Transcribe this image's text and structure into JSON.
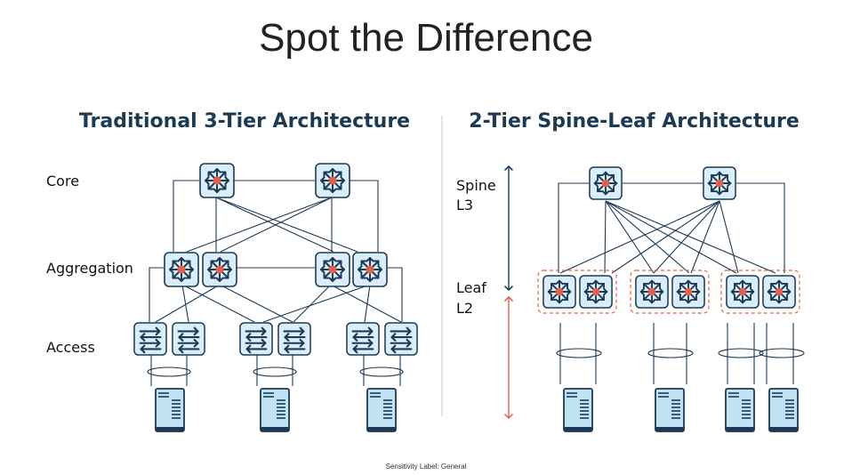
{
  "title": "Spot the Difference",
  "left": {
    "title": "Traditional 3-Tier Architecture",
    "labels": {
      "core": "Core",
      "aggregation": "Aggregation",
      "access": "Access"
    }
  },
  "right": {
    "title": "2-Tier Spine-Leaf Architecture",
    "labels": {
      "spine": "Spine",
      "spine_layer": "L3",
      "leaf": "Leaf",
      "leaf_layer": "L2"
    }
  },
  "footer": "Sensitivity Label: General",
  "colors": {
    "navy": "#1d3a54",
    "device_fill": "#d9eef8",
    "server_fill": "#bfe3f3",
    "accent_red": "#e8604c"
  },
  "icons": [
    "router-icon",
    "switch-icon",
    "server-icon"
  ]
}
